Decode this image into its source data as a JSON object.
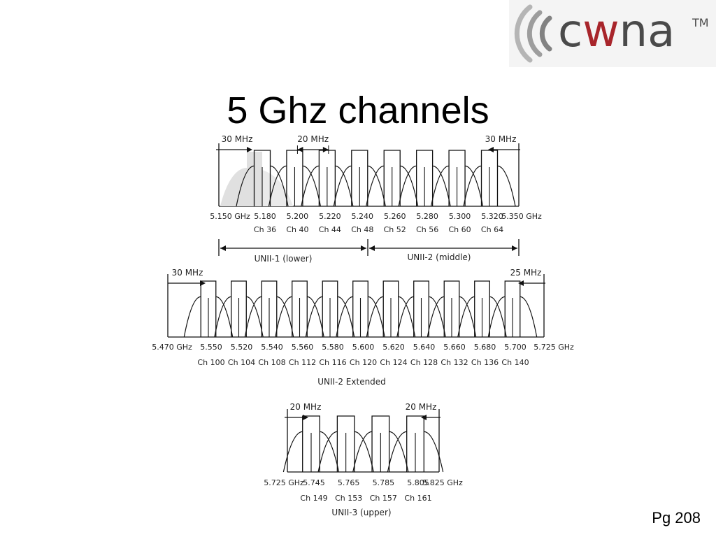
{
  "slide": {
    "title": "5 Ghz channels",
    "page_ref": "Pg 208",
    "logo_text": "cwna",
    "logo_tm": "TM"
  },
  "colors": {
    "logo_gray": "#4a4a4a",
    "logo_red": "#a8252b",
    "arc_gray": "#9a9a9a",
    "shade": "#e2e2e2"
  },
  "bands": [
    {
      "id": "unii1-2",
      "edge_labels": [
        "5.150 GHz",
        "5.350 GHz"
      ],
      "freqs": [
        "5.180",
        "5.200",
        "5.220",
        "5.240",
        "5.260",
        "5.280",
        "5.300",
        "5.320"
      ],
      "channels": [
        "Ch 36",
        "Ch 40",
        "Ch 44",
        "Ch 48",
        "Ch 52",
        "Ch 56",
        "Ch 60",
        "Ch 64"
      ],
      "guard_left": "30 MHz",
      "guard_right": "30 MHz",
      "spacing": "20 MHz",
      "segments": [
        "UNII-1 (lower)",
        "UNII-2 (middle)"
      ]
    },
    {
      "id": "unii2-ext",
      "edge_labels": [
        "5.470 GHz",
        "5.725 GHz"
      ],
      "freqs": [
        "5.550",
        "5.520",
        "5.540",
        "5.560",
        "5.580",
        "5.600",
        "5.620",
        "5.640",
        "5.660",
        "5.680",
        "5.700"
      ],
      "channels": [
        "Ch 100",
        "Ch 104",
        "Ch 108",
        "Ch 112",
        "Ch 116",
        "Ch 120",
        "Ch 124",
        "Ch 128",
        "Ch 132",
        "Ch 136",
        "Ch 140"
      ],
      "guard_left": "30 MHz",
      "guard_right": "25 MHz",
      "caption": "UNII-2 Extended"
    },
    {
      "id": "unii3",
      "edge_labels": [
        "5.725 GHz",
        "5.825 GHz"
      ],
      "freqs": [
        "5.745",
        "5.765",
        "5.785",
        "5.805"
      ],
      "channels": [
        "Ch 149",
        "Ch 153",
        "Ch 157",
        "Ch 161"
      ],
      "guard_left": "20 MHz",
      "guard_right": "20 MHz",
      "caption": "UNII-3 (upper)"
    }
  ]
}
